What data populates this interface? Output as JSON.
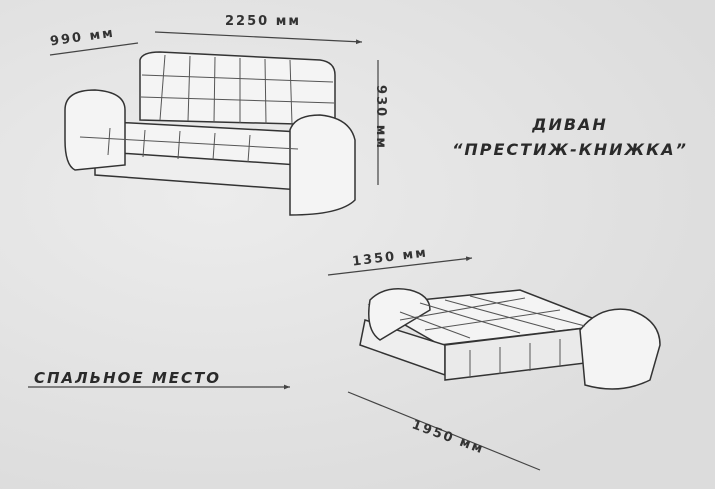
{
  "dimensions": {
    "depth": "990 мм",
    "width": "2250 мм",
    "height": "930 мм",
    "bed_depth": "1350 мм",
    "bed_length": "1950 мм"
  },
  "title": {
    "line1": "ДИВАН",
    "line2": "“ПРЕСТИЖ-КНИЖКА”"
  },
  "sleeping_label": "СПАЛЬНОЕ МЕСТО"
}
